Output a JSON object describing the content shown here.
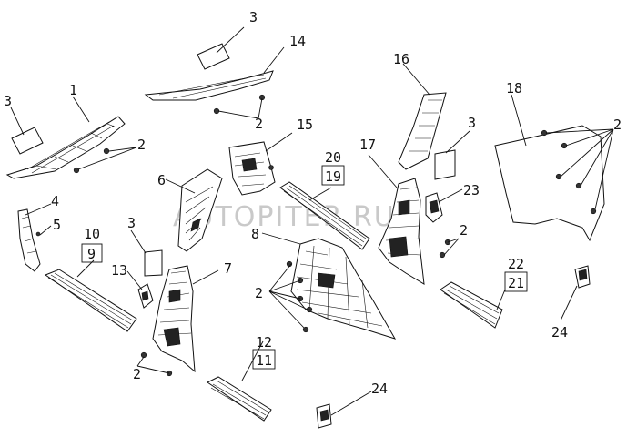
{
  "watermark": "AUTOPITER.RU",
  "callouts": {
    "c1": "1",
    "c2a": "2",
    "c2b": "2",
    "c2c": "2",
    "c2d": "2",
    "c2e": "2",
    "c2f": "2",
    "c3a": "3",
    "c3b": "3",
    "c3c": "3",
    "c3d": "3",
    "c4": "4",
    "c5": "5",
    "c6": "6",
    "c7": "7",
    "c8": "8",
    "c9": "9",
    "c10": "10",
    "c11": "11",
    "c12": "12",
    "c13": "13",
    "c14": "14",
    "c15": "15",
    "c16": "16",
    "c17": "17",
    "c18": "18",
    "c19": "19",
    "c20": "20",
    "c21": "21",
    "c22": "22",
    "c23": "23",
    "c24a": "24",
    "c24b": "24"
  }
}
